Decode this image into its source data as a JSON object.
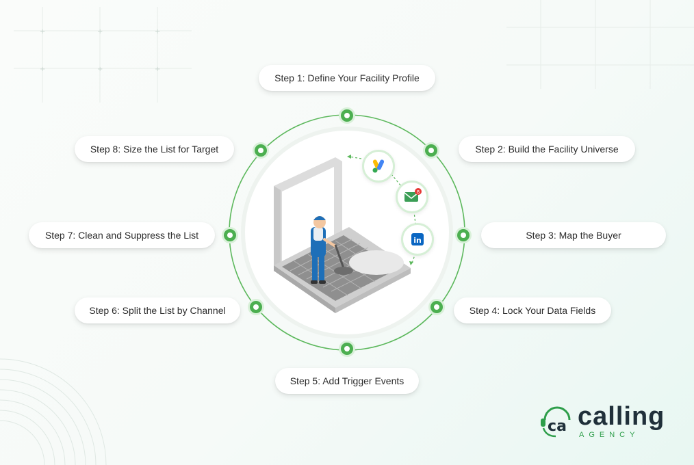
{
  "diagram": {
    "steps": [
      "Step 1: Define Your Facility Profile",
      "Step 2: Build the Facility Universe",
      "Step 3: Map the Buyer",
      "Step 4: Lock Your Data Fields",
      "Step 5: Add Trigger Events",
      "Step 6: Split the List by Channel",
      "Step 7: Clean and Suppress the List",
      "Step 8: Size the List for Target"
    ],
    "channel_icons": [
      "google-ads-icon",
      "email-icon",
      "linkedin-icon"
    ],
    "email_badge_count": "8",
    "linkedin_label": "in"
  },
  "brand": {
    "logo_word": "calling",
    "logo_sub": "AGENCY",
    "logo_mark": "ca"
  },
  "colors": {
    "accent_green": "#4caf50",
    "ring_green": "#5cb85c",
    "text_dark": "#2b2b2b",
    "logo_navy": "#20303a",
    "email_red": "#e53935",
    "linkedin_blue": "#0a66c2",
    "worker_blue": "#1e6fb8"
  }
}
